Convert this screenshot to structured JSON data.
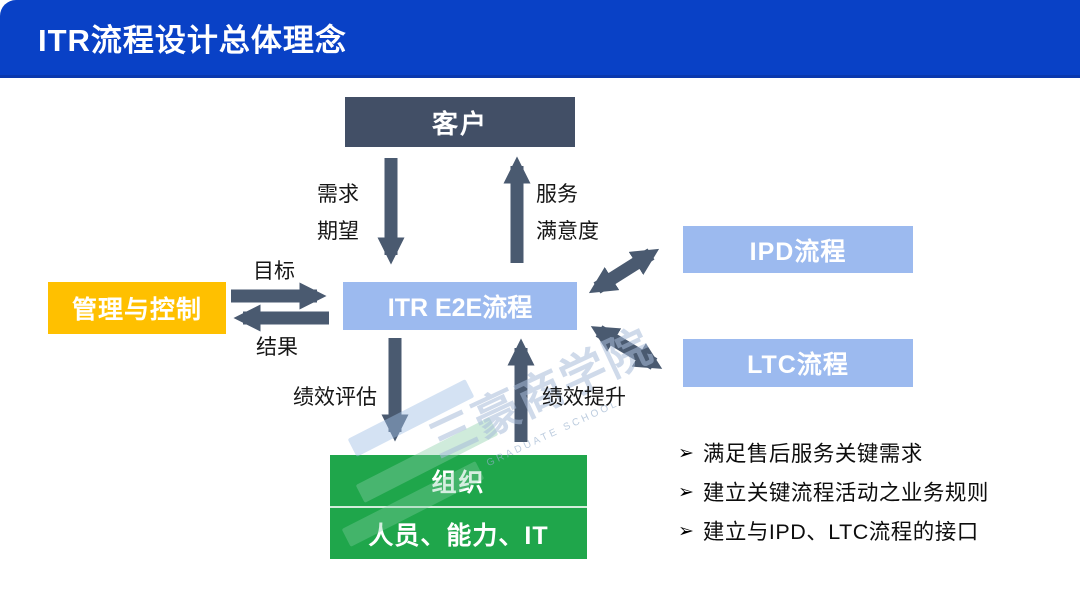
{
  "colors": {
    "header_blue": "#0941C6",
    "slate_dark": "#424F66",
    "arrow_slate": "#4A5A70",
    "light_blue": "#9CBAEF",
    "gold": "#FFC000",
    "green": "#1FA64B"
  },
  "header": {
    "title": "ITR流程设计总体理念"
  },
  "diagram": {
    "customer_box": "客户",
    "itr_box": "ITR E2E流程",
    "mgmt_box": "管理与控制",
    "ipd_box": "IPD流程",
    "ltc_box": "LTC流程",
    "org_box_title": "组织",
    "org_box_sub": "人员、能力、IT",
    "labels": {
      "demand": "需求",
      "expectation": "期望",
      "service": "服务",
      "satisfaction": "满意度",
      "goal": "目标",
      "result": "结果",
      "perf_eval": "绩效评估",
      "perf_improve": "绩效提升"
    }
  },
  "bullets": [
    {
      "marker": "➢",
      "text": "满足售后服务关键需求"
    },
    {
      "marker": "➢",
      "text": "建立关键流程活动之业务规则"
    },
    {
      "marker": "➢",
      "text": "建立与IPD、LTC流程的接口"
    }
  ],
  "watermark": {
    "text": "三豪商学院",
    "subtext": "GRADUATE SCHOOL"
  }
}
